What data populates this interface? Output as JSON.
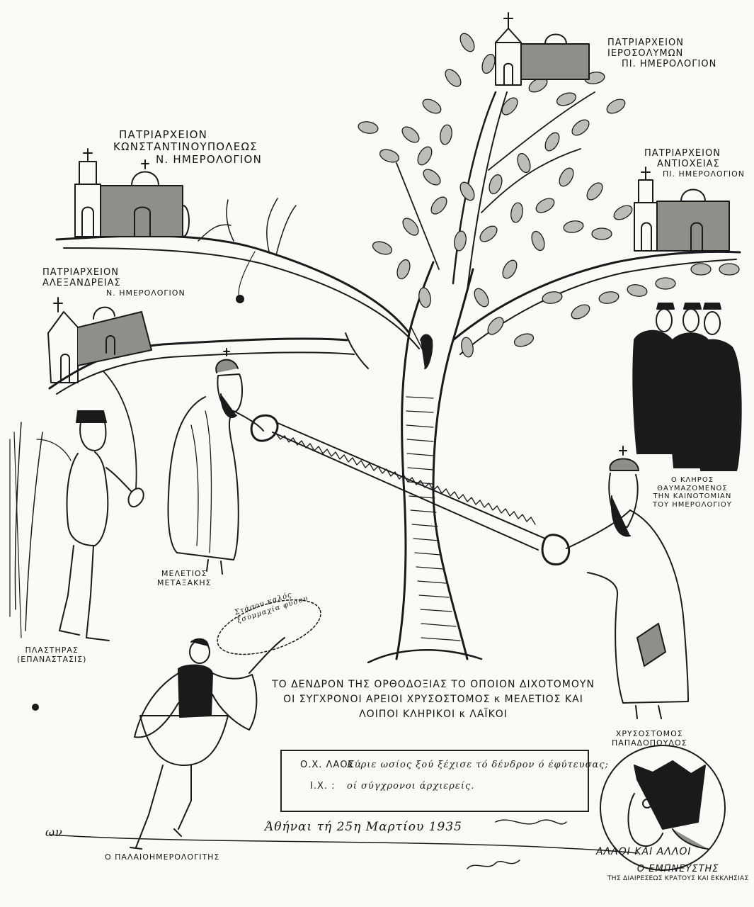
{
  "labels": {
    "jerusalem": [
      "ΠΑΤΡΙΑΡΧΕΙΟΝ",
      "ΙΕΡΟΣΟΛΥΜΩΝ",
      "ΠΙ. ΗΜΕΡΟΛΟΓΙΟΝ"
    ],
    "constantinople": [
      "ΠΑΤΡΙΑΡΧΕΙΟΝ",
      "ΚΩΝΣΤΑΝΤΙΝΟΥΠΟΛΕΩΣ",
      "Ν. ΗΜΕΡΟΛΟΓΙΟΝ"
    ],
    "antioch": [
      "ΠΑΤΡΙΑΡΧΕΙΟΝ",
      "ΑΝΤΙΟΧΕΙΑΣ",
      "ΠΙ. ΗΜΕΡΟΛΟΓΙΟΝ"
    ],
    "alexandria": [
      "ΠΑΤΡΙΑΡΧΕΙΟΝ",
      "ΑΛΕΞΑΝΔΡΕΙΑΣ",
      "Ν. ΗΜΕΡΟΛΟΓΙΟΝ"
    ],
    "meletios": [
      "ΜΕΛΕΤΙΟΣ",
      "ΜΕΤΑΞΑΚΗΣ"
    ],
    "plastiras": [
      "ΠΛΑΣΤΗΡΑΣ",
      "(ΕΠΑΝΑΣΤΑΣΙΣ)"
    ],
    "clergy": [
      "Ο ΚΛΗΡΟΣ",
      "ΘΑΥΜΑΖΟΜΕΝΟΣ",
      "ΤΗΝ ΚΑΙΝΟΤΟΜΙΑΝ",
      "ΤΟΥ ΗΜΕΡΟΛΟΓΙΟΥ"
    ],
    "chrysostomos": [
      "ΧΡΥΣΟΣΤΟΜΟΣ",
      "ΠΑΠΑΔΟΠΟΥΛΟΣ"
    ],
    "speech_bubble": [
      "Στάσου καλός",
      "ξσύμμαχία φύσου"
    ],
    "old_calendarist": "Ο ΠΑΛΑΙΟΗΜΕΡΟΛΟΓΙΤΗΣ",
    "inspirer": [
      "Ο ΕΜΠΝΕΥΣΤΗΣ",
      "ΤΗΣ ΔΙΑΙΡΕΣΕΩΣ ΚΡΑΤΟΥΣ ΚΑΙ ΕΚΚΛΗΣΙΑΣ"
    ],
    "inspirer_name": "ΑΛΛΟΙ ΚΑΙ ΑΛΛΟΙ",
    "left_margin": "ων"
  },
  "caption": [
    "ΤΟ ΔΕΝΔΡΟΝ ΤΗΣ ΟΡΘΟΔΟΞΙΑΣ ΤΟ ΟΠΟΙΟΝ ΔΙΧΟΤΟΜΟΥΝ",
    "ΟΙ ΣΥΓΧΡΟΝΟΙ ΑΡΕΙΟΙ ΧΡΥΣΟΣΤΟΜΟΣ κ ΜΕΛΕΤΙΟΣ ΚΑΙ",
    "ΛΟΙΠΟΙ ΚΛΗΡΙΚΟΙ κ ΛΑΪΚΟΙ"
  ],
  "dialog": [
    {
      "speaker": "Ο.Χ. ΛΑΟΣ :",
      "text": "Κύριε ωσίος ξού ξέχισε τό δένδρον ό έφύτευσας;"
    },
    {
      "speaker": "Ι.Χ. :",
      "text": "οί σύγχρονοι άρχιερείς."
    }
  ],
  "date_line": "Άθήναι τή 25η Μαρτίου 1935",
  "colors": {
    "ink": "#151515",
    "paper": "#fbfaf6"
  }
}
